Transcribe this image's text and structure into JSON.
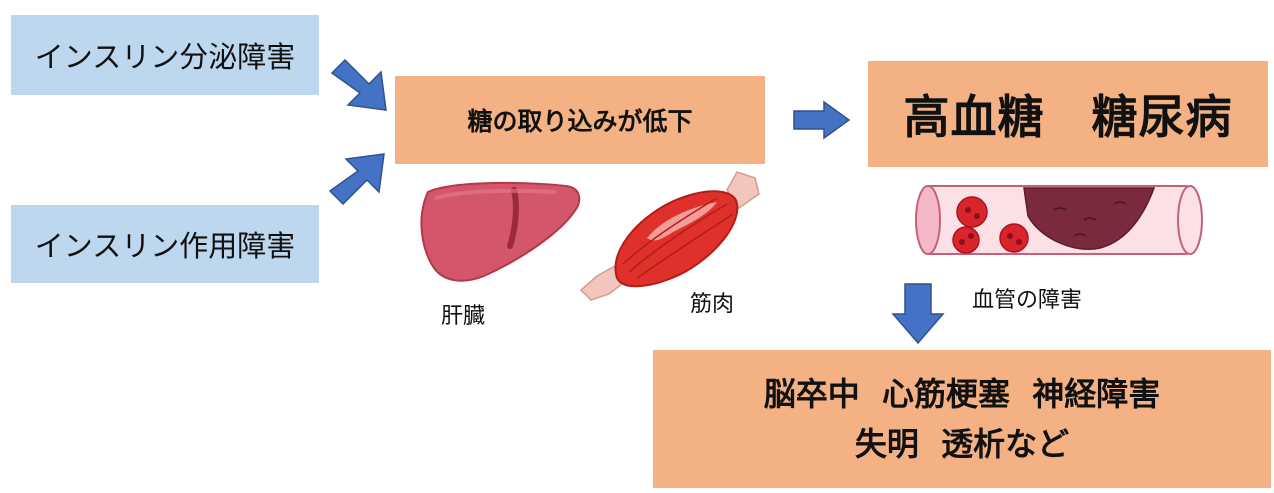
{
  "causes": {
    "secretion": "インスリン分泌障害",
    "action": "インスリン作用障害"
  },
  "uptake": "糖の取り込みが低下",
  "result": "高血糖　糖尿病",
  "organs": {
    "liver": "肝臓",
    "muscle": "筋肉",
    "vessel": "血管の障害"
  },
  "complications": {
    "line1": "脳卒中  心筋梗塞  神経障害",
    "line2": "失明  透析など"
  },
  "colors": {
    "cause_fill": "#bdd7ee",
    "process_fill": "#f4b183",
    "arrow_fill": "#4472c4"
  },
  "icons": [
    "liver-illustration",
    "muscle-illustration",
    "blood-vessel-illustration"
  ]
}
